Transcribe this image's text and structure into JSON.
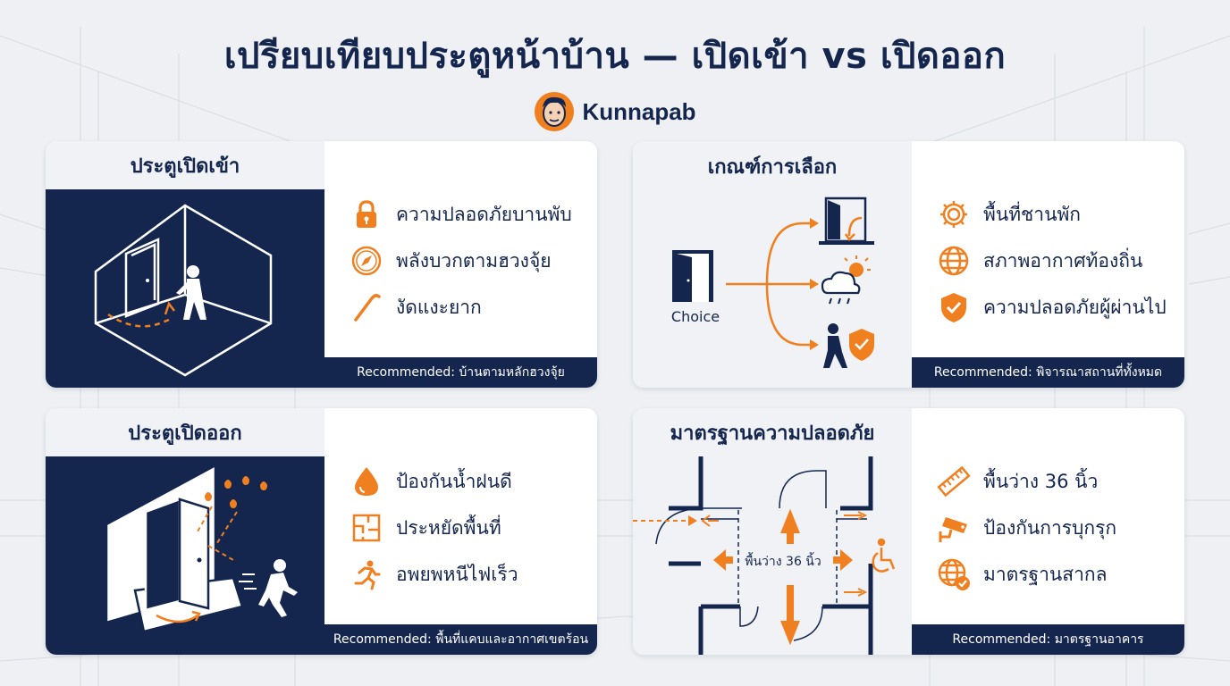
{
  "header": {
    "title": "เปรียบเทียบประตูหน้าบ้าน — เปิดเข้า vs เปิดออก",
    "brand": "Kunnapab"
  },
  "cards": {
    "inward": {
      "title": "ประตูเปิดเข้า",
      "features": [
        {
          "icon": "padlock-icon",
          "label": "ความปลอดภัยบานพับ"
        },
        {
          "icon": "compass-icon",
          "label": "พลังบวกตามฮวงจุ้ย"
        },
        {
          "icon": "crowbar-icon",
          "label": "งัดแงะยาก"
        }
      ],
      "recommendation": "Recommended: บ้านตามหลักฮวงจุ้ย"
    },
    "criteria": {
      "title": "เกณฑ์การเลือก",
      "choice_label": "Choice",
      "features": [
        {
          "icon": "gear-icon",
          "label": "พื้นที่ชานพัก"
        },
        {
          "icon": "globe-icon",
          "label": "สภาพอากาศท้องถิ่น"
        },
        {
          "icon": "shield-check-icon",
          "label": "ความปลอดภัยผู้ผ่านไป"
        }
      ],
      "recommendation": "Recommended: พิจารณาสถานที่ทั้งหมด"
    },
    "outward": {
      "title": "ประตูเปิดออก",
      "features": [
        {
          "icon": "water-drop-icon",
          "label": "ป้องกันน้ำฝนดี"
        },
        {
          "icon": "floor-plan-icon",
          "label": "ประหยัดพื้นที่"
        },
        {
          "icon": "running-person-icon",
          "label": "อพยพหนีไฟเร็ว"
        }
      ],
      "recommendation": "Recommended: พื้นที่แคบและอากาศเขตร้อน"
    },
    "standards": {
      "title": "มาตรฐานความปลอดภัย",
      "clearance_label": "พื้นว่าง 36 นิ้ว",
      "features": [
        {
          "icon": "ruler-icon",
          "label": "พื้นว่าง 36 นิ้ว"
        },
        {
          "icon": "security-camera-icon",
          "label": "ป้องกันการบุกรุก"
        },
        {
          "icon": "globe-check-icon",
          "label": "มาตรฐานสากล"
        }
      ],
      "recommendation": "Recommended: มาตรฐานอาคาร"
    }
  },
  "colors": {
    "navy": "#14264e",
    "orange": "#f07f1f",
    "panel": "#f0f2f5"
  }
}
